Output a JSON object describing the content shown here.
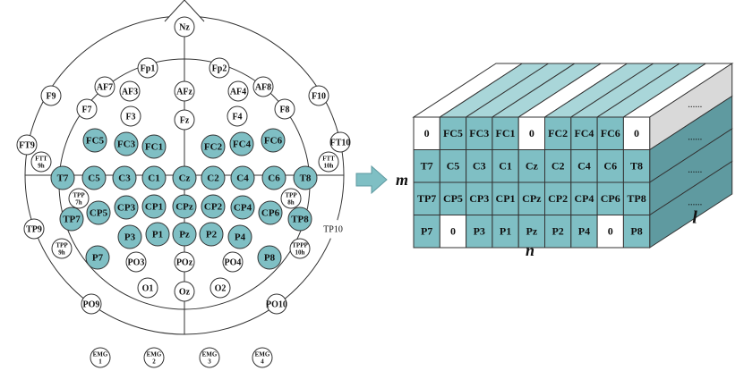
{
  "colors": {
    "teal": "#7fbfc4",
    "teal_dark": "#5f9aa0",
    "teal_top": "#a9d6d9",
    "line": "#333333",
    "white": "#ffffff"
  },
  "head": {
    "nasion_label": "Nz",
    "electrodes": [
      {
        "id": "Nz",
        "fill": false,
        "size": "s"
      },
      {
        "id": "Fp1",
        "fill": false,
        "size": "s"
      },
      {
        "id": "Fp2",
        "fill": false,
        "size": "s"
      },
      {
        "id": "AF7",
        "fill": false,
        "size": "s"
      },
      {
        "id": "AF3",
        "fill": false,
        "size": "s"
      },
      {
        "id": "AFz",
        "fill": false,
        "size": "s"
      },
      {
        "id": "AF4",
        "fill": false,
        "size": "s"
      },
      {
        "id": "AF8",
        "fill": false,
        "size": "s"
      },
      {
        "id": "F9",
        "fill": false,
        "size": "s"
      },
      {
        "id": "F10",
        "fill": false,
        "size": "s"
      },
      {
        "id": "F7",
        "fill": false,
        "size": "s"
      },
      {
        "id": "F3",
        "fill": false,
        "size": "s"
      },
      {
        "id": "Fz",
        "fill": false,
        "size": "s"
      },
      {
        "id": "F4",
        "fill": false,
        "size": "s"
      },
      {
        "id": "F8",
        "fill": false,
        "size": "s"
      },
      {
        "id": "FC5",
        "fill": true,
        "size": "m"
      },
      {
        "id": "FC3",
        "fill": true,
        "size": "m"
      },
      {
        "id": "FC1",
        "fill": true,
        "size": "m"
      },
      {
        "id": "FC2",
        "fill": true,
        "size": "m"
      },
      {
        "id": "FC4",
        "fill": true,
        "size": "m"
      },
      {
        "id": "FC6",
        "fill": true,
        "size": "m"
      },
      {
        "id": "FT9",
        "fill": false,
        "size": "s"
      },
      {
        "id": "FT10",
        "fill": false,
        "size": "s"
      },
      {
        "id": "FTT9h",
        "fill": false,
        "size": "t",
        "lines": [
          "FTT",
          "9h"
        ]
      },
      {
        "id": "FTT10h",
        "fill": false,
        "size": "t",
        "lines": [
          "FTT",
          "10h"
        ]
      },
      {
        "id": "T7",
        "fill": true,
        "size": "m"
      },
      {
        "id": "C5",
        "fill": true,
        "size": "m"
      },
      {
        "id": "C3",
        "fill": true,
        "size": "m"
      },
      {
        "id": "C1",
        "fill": true,
        "size": "m"
      },
      {
        "id": "Cz",
        "fill": true,
        "size": "m"
      },
      {
        "id": "C2",
        "fill": true,
        "size": "m"
      },
      {
        "id": "C4",
        "fill": true,
        "size": "m"
      },
      {
        "id": "C6",
        "fill": true,
        "size": "m"
      },
      {
        "id": "T8",
        "fill": true,
        "size": "m"
      },
      {
        "id": "TPP7h",
        "fill": false,
        "size": "t",
        "lines": [
          "TPP",
          "7h"
        ]
      },
      {
        "id": "TPP8h",
        "fill": false,
        "size": "t",
        "lines": [
          "TPP",
          "8h"
        ]
      },
      {
        "id": "TP7",
        "fill": true,
        "size": "m"
      },
      {
        "id": "CP5",
        "fill": true,
        "size": "m"
      },
      {
        "id": "CP3",
        "fill": true,
        "size": "m"
      },
      {
        "id": "CP1",
        "fill": true,
        "size": "m"
      },
      {
        "id": "CPz",
        "fill": true,
        "size": "m"
      },
      {
        "id": "CP2",
        "fill": true,
        "size": "m"
      },
      {
        "id": "CP4",
        "fill": true,
        "size": "m"
      },
      {
        "id": "CP6",
        "fill": true,
        "size": "m"
      },
      {
        "id": "TP8",
        "fill": true,
        "size": "m"
      },
      {
        "id": "TP9",
        "fill": false,
        "size": "s"
      },
      {
        "id": "TP10",
        "fill": false,
        "size": "s",
        "plain": true
      },
      {
        "id": "TPPP9h",
        "fill": false,
        "size": "t",
        "lines": [
          "TPP",
          "9h"
        ]
      },
      {
        "id": "TPPP10h",
        "fill": false,
        "size": "t",
        "lines": [
          "TPPP",
          "10h"
        ]
      },
      {
        "id": "P3",
        "fill": true,
        "size": "m"
      },
      {
        "id": "P1",
        "fill": true,
        "size": "m"
      },
      {
        "id": "Pz",
        "fill": true,
        "size": "m"
      },
      {
        "id": "P2",
        "fill": true,
        "size": "m"
      },
      {
        "id": "P4",
        "fill": true,
        "size": "m"
      },
      {
        "id": "P7",
        "fill": true,
        "size": "m"
      },
      {
        "id": "P8",
        "fill": true,
        "size": "m"
      },
      {
        "id": "PO3",
        "fill": false,
        "size": "s"
      },
      {
        "id": "POz",
        "fill": false,
        "size": "s"
      },
      {
        "id": "PO4",
        "fill": false,
        "size": "s"
      },
      {
        "id": "O1",
        "fill": false,
        "size": "s"
      },
      {
        "id": "Oz",
        "fill": false,
        "size": "s"
      },
      {
        "id": "O2",
        "fill": false,
        "size": "s"
      },
      {
        "id": "PO9",
        "fill": false,
        "size": "s"
      },
      {
        "id": "PO10",
        "fill": false,
        "size": "s"
      }
    ],
    "emg": [
      {
        "id": "EMG1",
        "lines": [
          "EMG",
          "1"
        ]
      },
      {
        "id": "EMG2",
        "lines": [
          "EMG",
          "2"
        ]
      },
      {
        "id": "EMG3",
        "lines": [
          "EMG",
          "3"
        ]
      },
      {
        "id": "EMG4",
        "lines": [
          "EMG",
          "4"
        ]
      }
    ]
  },
  "grid": {
    "rows": [
      [
        {
          "t": "0",
          "f": false
        },
        {
          "t": "FC5",
          "f": true
        },
        {
          "t": "FC3",
          "f": true
        },
        {
          "t": "FC1",
          "f": true
        },
        {
          "t": "0",
          "f": false
        },
        {
          "t": "FC2",
          "f": true
        },
        {
          "t": "FC4",
          "f": true
        },
        {
          "t": "FC6",
          "f": true
        },
        {
          "t": "0",
          "f": false
        }
      ],
      [
        {
          "t": "T7",
          "f": true
        },
        {
          "t": "C5",
          "f": true
        },
        {
          "t": "C3",
          "f": true
        },
        {
          "t": "C1",
          "f": true
        },
        {
          "t": "Cz",
          "f": true
        },
        {
          "t": "C2",
          "f": true
        },
        {
          "t": "C4",
          "f": true
        },
        {
          "t": "C6",
          "f": true
        },
        {
          "t": "T8",
          "f": true
        }
      ],
      [
        {
          "t": "TP7",
          "f": true
        },
        {
          "t": "CP5",
          "f": true
        },
        {
          "t": "CP3",
          "f": true
        },
        {
          "t": "CP1",
          "f": true
        },
        {
          "t": "CPz",
          "f": true
        },
        {
          "t": "CP2",
          "f": true
        },
        {
          "t": "CP4",
          "f": true
        },
        {
          "t": "CP6",
          "f": true
        },
        {
          "t": "TP8",
          "f": true
        }
      ],
      [
        {
          "t": "P7",
          "f": true
        },
        {
          "t": "0",
          "f": false
        },
        {
          "t": "P3",
          "f": true
        },
        {
          "t": "P1",
          "f": true
        },
        {
          "t": "Pz",
          "f": true
        },
        {
          "t": "P2",
          "f": true
        },
        {
          "t": "P4",
          "f": true
        },
        {
          "t": "0",
          "f": false
        },
        {
          "t": "P8",
          "f": true
        }
      ]
    ],
    "top_face_fill": [
      false,
      true,
      true,
      true,
      false,
      true,
      true,
      true,
      false
    ],
    "side_dots": [
      "……",
      "……",
      "……",
      "……"
    ],
    "axis_m": "m",
    "axis_n": "n",
    "axis_l": "l"
  }
}
